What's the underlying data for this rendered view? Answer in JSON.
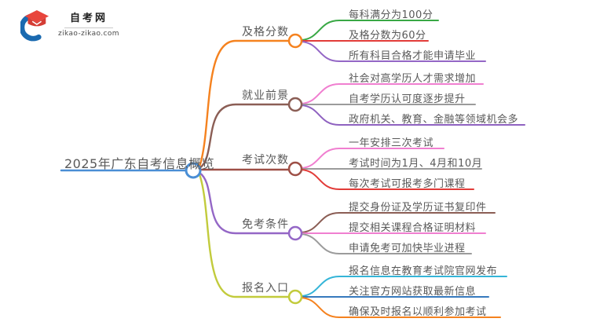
{
  "logo": {
    "title": "自考网",
    "domain": "zikao-zikao.com",
    "icon_colors": {
      "crescent_blue": "#1a6ab0",
      "cap_red_top": "#e8453c",
      "cap_red_base": "#d43d35"
    }
  },
  "mindmap": {
    "root": {
      "label": "2025年广东自考信息概览",
      "color": "#4a8ed5"
    },
    "branches": [
      {
        "label": "及格分数",
        "color": "#f5821f",
        "children": [
          {
            "label": "每科满分为100分",
            "color": "#39a845"
          },
          {
            "label": "及格分数为60分",
            "color": "#e23c39"
          },
          {
            "label": "所有科目合格才能申请毕业",
            "color": "#9467c6"
          }
        ]
      },
      {
        "label": "就业前景",
        "color": "#8b5e55",
        "children": [
          {
            "label": "社会对高学历人才需求增加",
            "color": "#f07fd0"
          },
          {
            "label": "自考学历认可度逐步提升",
            "color": "#9b9b9b"
          },
          {
            "label": "政府机关、教育、金融等领域机会多",
            "color": "#8f62c0"
          }
        ]
      },
      {
        "label": "考试次数",
        "color": "#9e4f46",
        "children": [
          {
            "label": "一年安排三次考试",
            "color": "#f07fd0"
          },
          {
            "label": "考试时间为1月、4月和10月",
            "color": "#9b9b9b"
          },
          {
            "label": "每次考试可报考多门课程",
            "color": "#e23c39"
          }
        ]
      },
      {
        "label": "免考条件",
        "color": "#9467c6",
        "children": [
          {
            "label": "提交身份证及学历证书复印件",
            "color": "#8b5e55"
          },
          {
            "label": "提交相关课程合格证明材料",
            "color": "#f07fd0"
          },
          {
            "label": "申请免考可加快毕业进程",
            "color": "#9b9b9b"
          }
        ]
      },
      {
        "label": "报名入口",
        "color": "#c2cb3c",
        "children": [
          {
            "label": "报名信息在教育考试院官网发布",
            "color": "#35b5d8"
          },
          {
            "label": "关注官方网站获取最新信息",
            "color": "#3679bd"
          },
          {
            "label": "确保及时报名以顺利参加考试",
            "color": "#f5821f"
          }
        ]
      }
    ]
  }
}
